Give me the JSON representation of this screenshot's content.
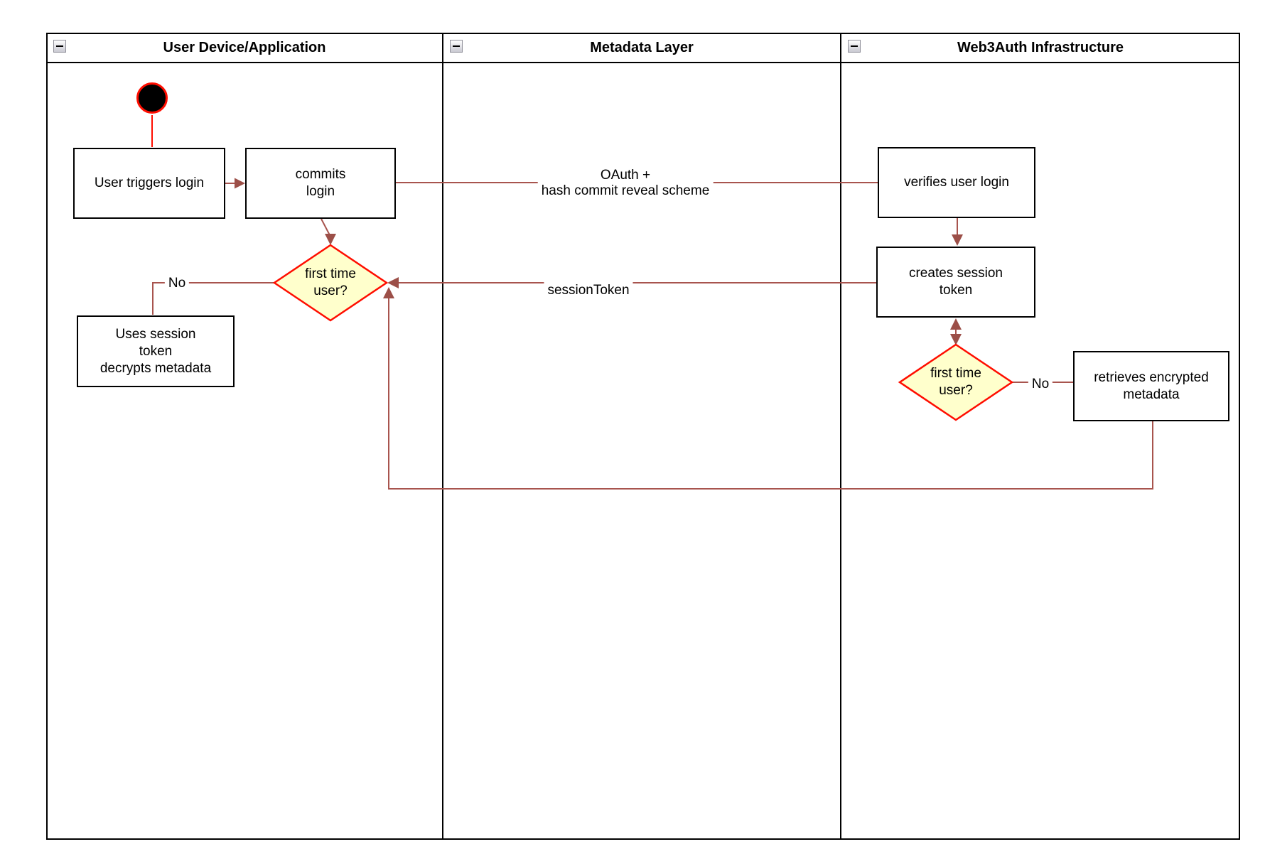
{
  "lanes": [
    {
      "title": "User Device/Application"
    },
    {
      "title": "Metadata Layer"
    },
    {
      "title": "Web3Auth Infrastructure"
    }
  ],
  "nodes": {
    "user_triggers_login": "User triggers login",
    "commits_login": "commits\nlogin",
    "first_time_user_device": "first time\nuser?",
    "uses_session_token": "Uses session\ntoken\ndecrypts metadata",
    "verifies_user_login": "verifies user login",
    "creates_session_token": "creates session\ntoken",
    "first_time_user_infra": "first time\nuser?",
    "retrieves_encrypted_metadata": "retrieves encrypted\nmetadata"
  },
  "edge_labels": {
    "oauth": "OAuth +\nhash commit reveal scheme",
    "session_token": "sessionToken",
    "no_device": "No",
    "no_infra": "No"
  },
  "colors": {
    "lane_border": "#000000",
    "node_border": "#000000",
    "node_fill": "#FFFFFF",
    "connector": "#A8544E",
    "arrowhead": "#9C4F48",
    "decision_border": "#FF0D00",
    "decision_fill": "#FFFFCC",
    "start_fill": "#000000",
    "start_ring": "#FF0D00",
    "collapse_icon_bg": "#E8E8EE",
    "collapse_icon_border": "#8F8F99"
  }
}
